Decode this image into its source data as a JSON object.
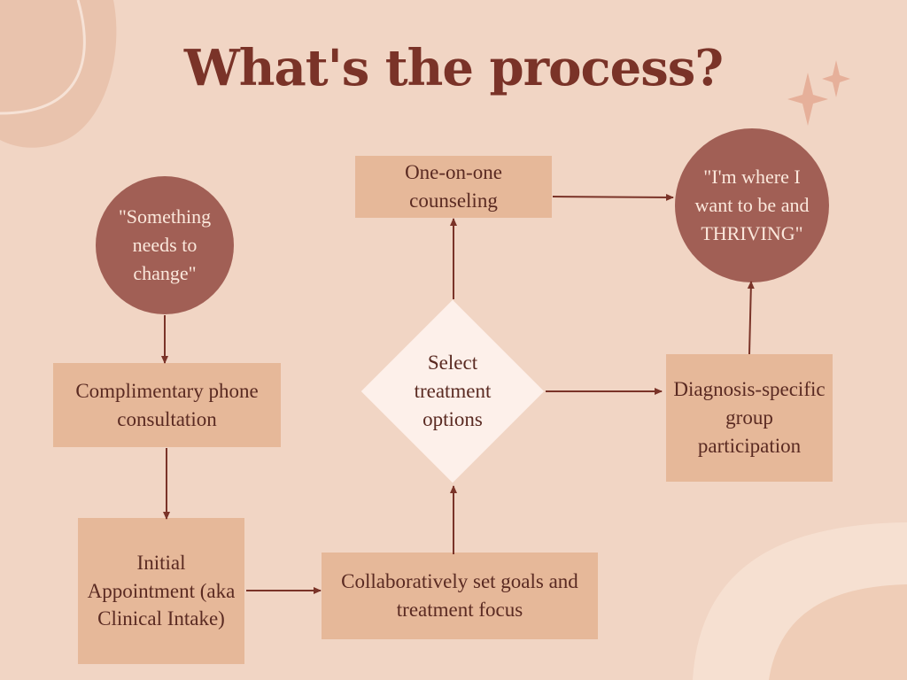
{
  "title": "What's the process?",
  "nodes": {
    "start": "\"Something needs to change\"",
    "consultation": "Complimentary phone consultation",
    "initial": "Initial Appointment (aka Clinical Intake)",
    "goals": "Collaboratively set goals and treatment focus",
    "select": "Select treatment options",
    "counseling": "One-on-one counseling",
    "group": "Diagnosis-specific group participation",
    "end": "\"I'm where I want to be and THRIVING\""
  },
  "colors": {
    "background": "#f1d5c4",
    "title": "#7a3328",
    "box": "#e6b899",
    "circle": "#a15f55",
    "diamond": "#fdf0ea",
    "arrow": "#7a3328",
    "sparkle": "#e6b09a"
  }
}
